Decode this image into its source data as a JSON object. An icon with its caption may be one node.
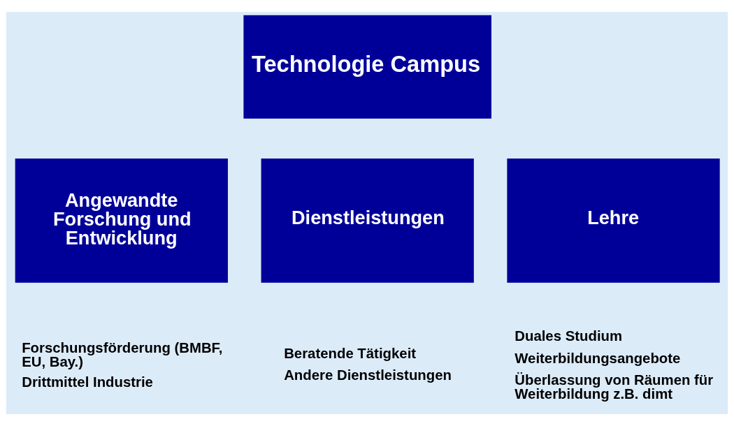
{
  "diagram": {
    "nodes": [
      {
        "text": [
          "Technologie Campus"
        ]
      },
      {
        "text": [
          "Angewandte Forschung und Entwicklung"
        ],
        "beside": [
          "Forschungsförderung (BMBF, EU, Bay.)",
          "Drittmittel Industrie"
        ]
      },
      {
        "text": [
          "Dienstleistungen"
        ],
        "beside": [
          "Beratende Tätigkeit",
          "Andere Dienstleistungen"
        ]
      },
      {
        "text": [
          "Lehre"
        ],
        "beside": [
          "Duales Studium",
          "Weiterbildungsangebote",
          "Überlassung von Räumen für Weiterbildung z.B. dimt"
        ]
      }
    ],
    "edges": []
  }
}
